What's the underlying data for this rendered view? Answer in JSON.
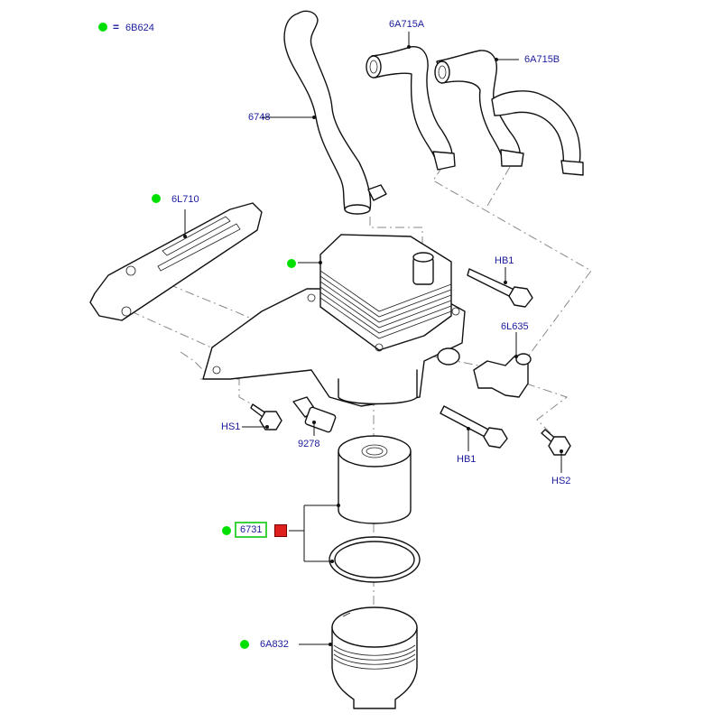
{
  "legend": {
    "marker_color": "#00e000",
    "equals_symbol": "=",
    "reference": "6B624"
  },
  "colors": {
    "label_text": "#1a1a9c",
    "highlight_box": "#3fd23f",
    "selected_part_icon": "#e0201e",
    "marker": "#00e000"
  },
  "callouts": [
    {
      "id": "6748",
      "label": "6748",
      "part": "coolant hose",
      "marked": false
    },
    {
      "id": "6A715A",
      "label": "6A715A",
      "part": "coolant hose A",
      "marked": false
    },
    {
      "id": "6A715B",
      "label": "6A715B",
      "part": "coolant hose B",
      "marked": false
    },
    {
      "id": "6L710",
      "label": "6L710",
      "part": "gasket",
      "marked": true
    },
    {
      "id": "oil-cooler",
      "label": "",
      "part": "oil cooler housing",
      "marked": true
    },
    {
      "id": "HB1-top",
      "label": "HB1",
      "part": "bolt",
      "marked": false
    },
    {
      "id": "6L635",
      "label": "6L635",
      "part": "connector",
      "marked": false
    },
    {
      "id": "HS1",
      "label": "HS1",
      "part": "screw",
      "marked": false
    },
    {
      "id": "9278",
      "label": "9278",
      "part": "oil pressure switch",
      "marked": false
    },
    {
      "id": "HB1-bottom",
      "label": "HB1",
      "part": "bolt",
      "marked": false
    },
    {
      "id": "HS2",
      "label": "HS2",
      "part": "screw",
      "marked": false
    },
    {
      "id": "6731",
      "label": "6731",
      "part": "oil filter element and O-ring",
      "marked": true,
      "highlighted": true
    },
    {
      "id": "6A832",
      "label": "6A832",
      "part": "oil filter cap",
      "marked": true
    }
  ]
}
